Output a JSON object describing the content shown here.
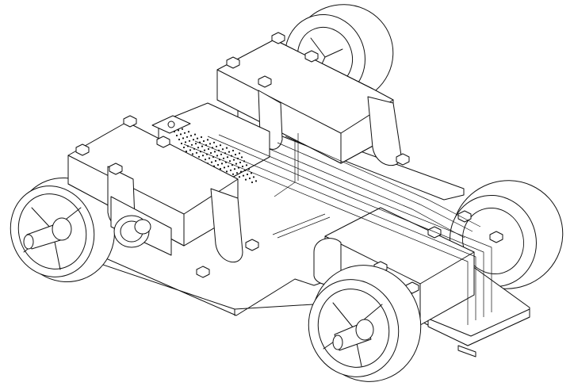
{
  "drawing": {
    "background": "#ffffff",
    "line_color": "#111111",
    "style": "isometric line drawing"
  },
  "components": [
    "chassis-plate",
    "rear-axle-housing",
    "front-axle-housing",
    "motor",
    "perforated-circuit-board",
    "wire-bundle",
    "wheel-rear-left",
    "wheel-rear-right",
    "wheel-front-left",
    "wheel-front-right"
  ]
}
